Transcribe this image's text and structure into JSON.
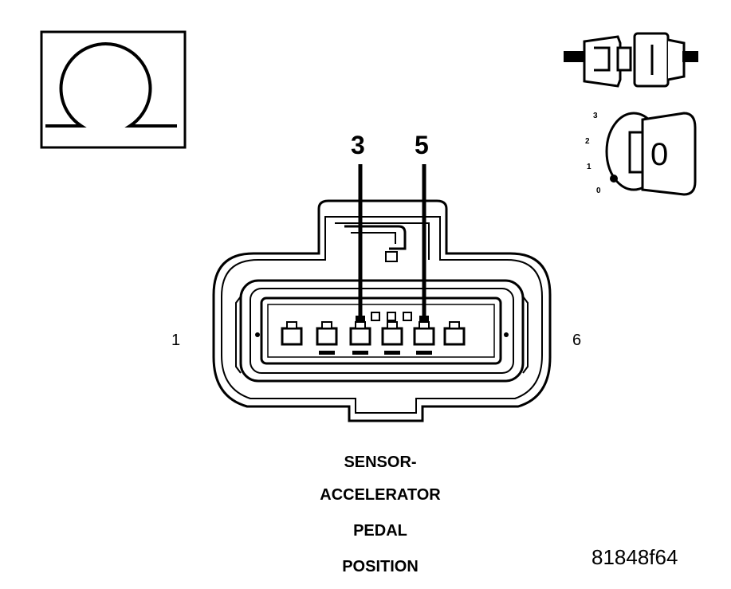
{
  "diagram": {
    "pin_callouts": [
      "3",
      "5"
    ],
    "side_labels": {
      "left": "1",
      "right": "6"
    },
    "title_lines": [
      "SENSOR-",
      "ACCELERATOR",
      "PEDAL",
      "POSITION"
    ],
    "reference_code": "81848f64",
    "key_positions": [
      "3",
      "2",
      "1",
      "0"
    ],
    "key_glyph": "0",
    "icons": {
      "meter": "ohm-symbol-icon",
      "connector": "disconnected-connector-icon",
      "ignition": "ignition-key-icon"
    },
    "colors": {
      "line": "#000000",
      "background": "#ffffff"
    }
  }
}
